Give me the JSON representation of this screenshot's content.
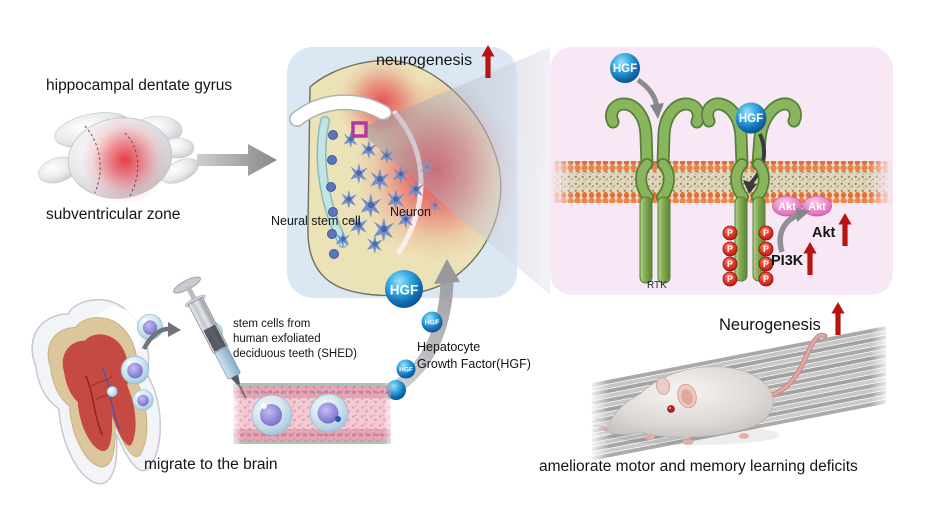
{
  "figure": {
    "left": {
      "title_top": "hippocampal dentate gyrus",
      "title_bottom": "subventricular zone"
    },
    "center_panel": {
      "neurogenesis": "neurogenesis",
      "neural_stem_cell": "Neural stem cell",
      "neuron": "Neuron"
    },
    "bottom": {
      "shed_line1": "stem cells from",
      "shed_line2": "human exfoliated",
      "shed_line3": "deciduous teeth (SHED)",
      "hgf_line1": "Hepatocyte",
      "hgf_line2": "Growth Factor(HGF)",
      "migrate": "migrate to the brain"
    },
    "right_panel": {
      "hgf": "HGF",
      "rtk": "RTK",
      "pi3k": "PI3K",
      "akt": "Akt",
      "akt_oval": "Akt",
      "p": "P"
    },
    "right_bottom": {
      "neurogenesis": "Neurogenesis",
      "caption": "ameliorate motor and memory learning deficits"
    },
    "colors": {
      "accent_red": "#b81414",
      "panel_blue": "#dbe8f4",
      "panel_pink": "#f8e8f6",
      "hgf_blue": "#1272b4",
      "receptor_green": "#84b25a",
      "akt_pink": "#e77fc4",
      "phospho_red": "#d42b1e",
      "highlight_magenta": "#b13a9e"
    }
  }
}
